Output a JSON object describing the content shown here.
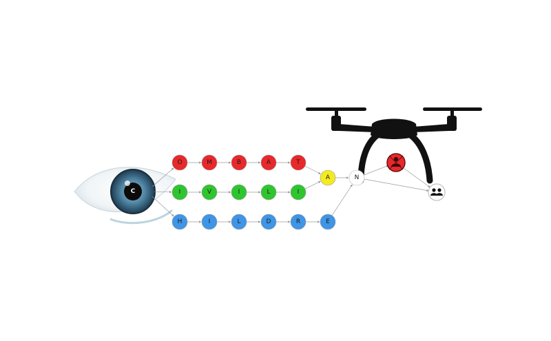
{
  "colors": {
    "red": "#e8282b",
    "green": "#2fc52f",
    "blue": "#3f95e6",
    "yellow": "#f3ea20",
    "white_node": "#ffffff",
    "edge": "#9a9a9a",
    "drone": "#111111",
    "iris": "#3b6a86"
  },
  "eye": {
    "label": "C",
    "icon": "eye-icon"
  },
  "rows": {
    "red": [
      "O",
      "M",
      "B",
      "A",
      "T"
    ],
    "green": [
      "I",
      "V",
      "I",
      "L",
      "I"
    ],
    "blue": [
      "H",
      "I",
      "L",
      "D",
      "R",
      "E"
    ]
  },
  "merge_node": {
    "label": "A"
  },
  "hub_node": {
    "label": "N"
  },
  "target_icon": "person-target-icon",
  "group_icon": "group-icon",
  "drone_icon": "drone-icon"
}
